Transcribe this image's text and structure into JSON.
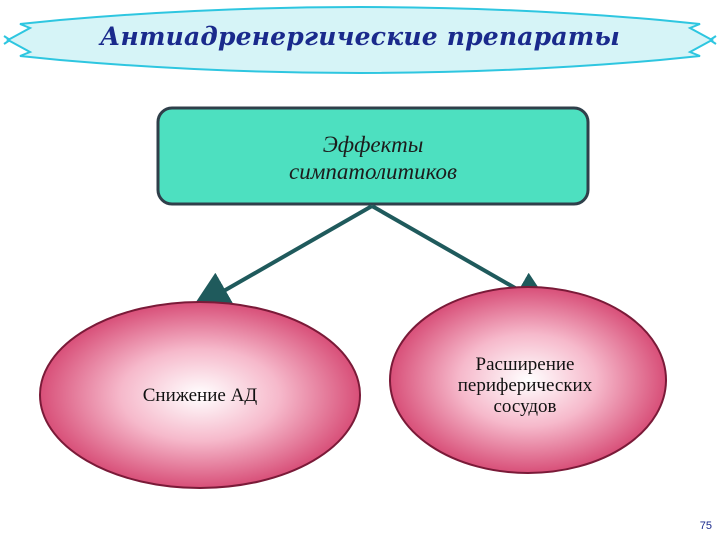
{
  "title": "Антиадренергические препараты",
  "top_box": {
    "lines": [
      "Эффекты",
      "симпатолитиков"
    ]
  },
  "left_ellipse": {
    "text": "Снижение АД"
  },
  "right_ellipse": {
    "lines": [
      "Расширение",
      "периферических",
      "сосудов"
    ]
  },
  "page_number": "75",
  "colors": {
    "title_banner_fill": "#d6f4f7",
    "title_banner_border": "#2ec6e0",
    "title_text": "#1a2a8c",
    "top_box_fill": "#4de0c0",
    "top_box_border": "#2f3f4a",
    "arrow": "#1f5a5c",
    "ellipse_center": "#ffffff",
    "ellipse_edge": "#d23a68"
  }
}
